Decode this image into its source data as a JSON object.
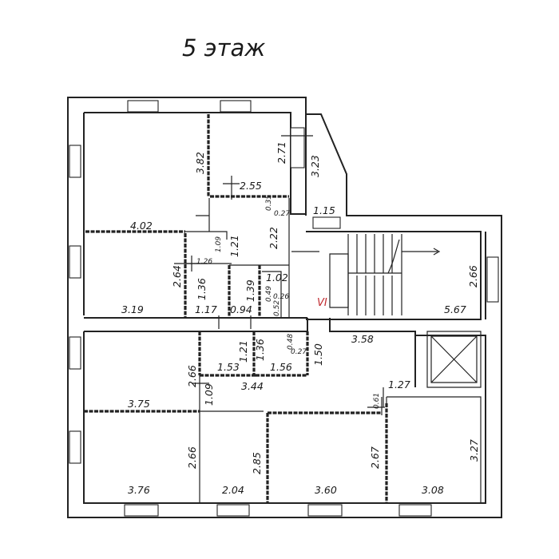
{
  "title": "5 этаж",
  "stair_mark": "VI",
  "stair_mark_color": "#c0282d",
  "dimensions": {
    "r1_h": "3.82",
    "r2_h": "2.71",
    "r2_w": "2.55",
    "corr_h": "3.23",
    "corr_w": "1.15",
    "d035": "0.35",
    "d027": "0.27",
    "r1_w": "4.02",
    "hall_h": "2.22",
    "d109": "1.09",
    "d126": "1.26",
    "d121": "1.21",
    "r3_h": "2.64",
    "d136": "1.36",
    "d139": "1.39",
    "d102": "1.02",
    "d049": "0.49",
    "d026": "0.26",
    "d052": "0.52",
    "r3_w": "3.19",
    "d117": "1.17",
    "d094": "0.94",
    "stair_h": "2.66",
    "stair_w": "5.67",
    "d048": "0.48",
    "d121b": "1.21",
    "d136b": "1.36",
    "d027b": "0.27",
    "d150": "1.50",
    "d358": "3.58",
    "r4_h": "2.66",
    "d153": "1.53",
    "d156": "1.56",
    "d344": "3.44",
    "d127": "1.27",
    "d061": "0.61",
    "d109b": "1.09",
    "r4_w": "3.75",
    "r5_h": "2.66",
    "r6_h": "2.85",
    "r7_h": "2.67",
    "r8_h": "3.27",
    "r5_w": "3.76",
    "r6_w": "2.04",
    "r7_w": "3.60",
    "r8_w": "3.08"
  }
}
